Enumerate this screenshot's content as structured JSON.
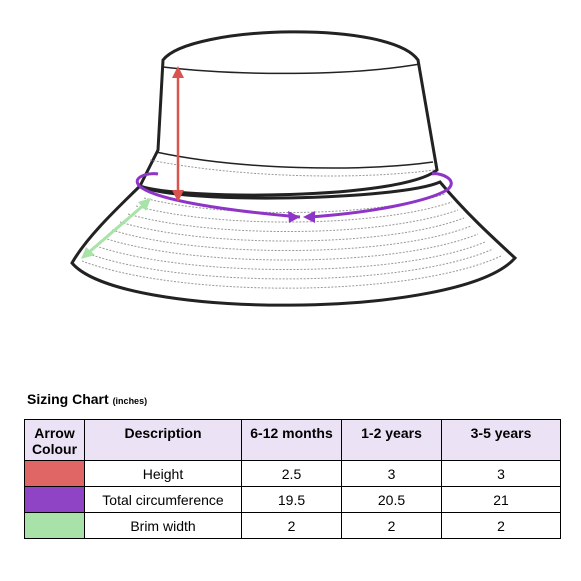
{
  "chart_title": "Sizing Chart",
  "chart_unit": "(inches)",
  "table": {
    "headers": [
      "Arrow Colour",
      "Description",
      "6-12 months",
      "1-2 years",
      "3-5 years"
    ],
    "rows": [
      {
        "colour": "#e06666",
        "description": "Height",
        "values": [
          "2.5",
          "3",
          "3"
        ]
      },
      {
        "colour": "#8e44c4",
        "description": "Total circumference",
        "values": [
          "19.5",
          "20.5",
          "21"
        ]
      },
      {
        "colour": "#a9e2a9",
        "description": "Brim width",
        "values": [
          "2",
          "2",
          "2"
        ]
      }
    ]
  },
  "arrow_colors": {
    "height": "#d9534f",
    "circumference": "#8e35c8",
    "brim": "#a8e3a8"
  }
}
